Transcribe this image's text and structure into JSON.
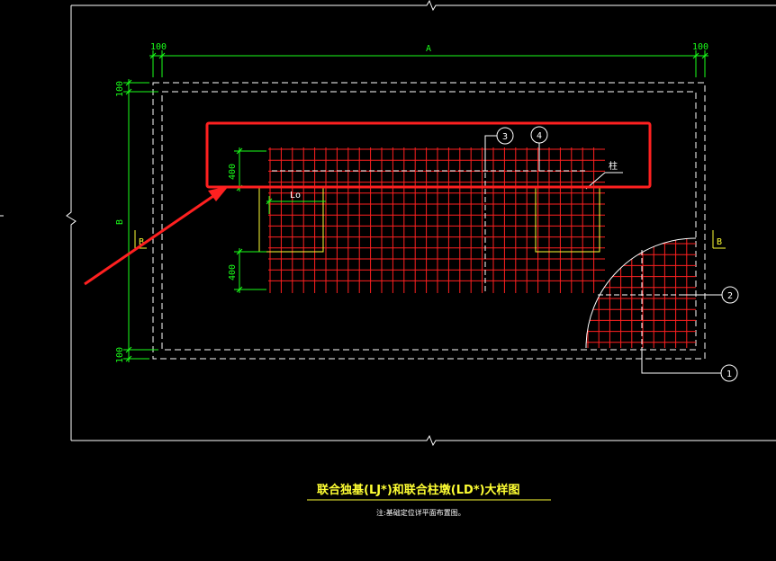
{
  "drawing": {
    "title": "联合独基(LJ*)和联合柱墩(LD*)大样图",
    "note": "注:基础定位详平面布置图。",
    "dims": {
      "top_left": "100",
      "top_mid": "A",
      "top_right": "100",
      "left_top": "100",
      "left_mid": "B",
      "left_bottom": "100",
      "inner_top": "400",
      "inner_bottom": "400",
      "lo": "Lo"
    },
    "labels": {
      "col": "柱",
      "b_left": "B",
      "b_right": "B",
      "callout_1": "1",
      "callout_2": "2",
      "callout_3": "3",
      "callout_4": "4"
    },
    "colors": {
      "background": "#000000",
      "outline": "#ffffff",
      "dimension": "#1aff1a",
      "rebar": "#ff2020",
      "column": "#ffff33",
      "highlight": "#ff2020"
    }
  }
}
